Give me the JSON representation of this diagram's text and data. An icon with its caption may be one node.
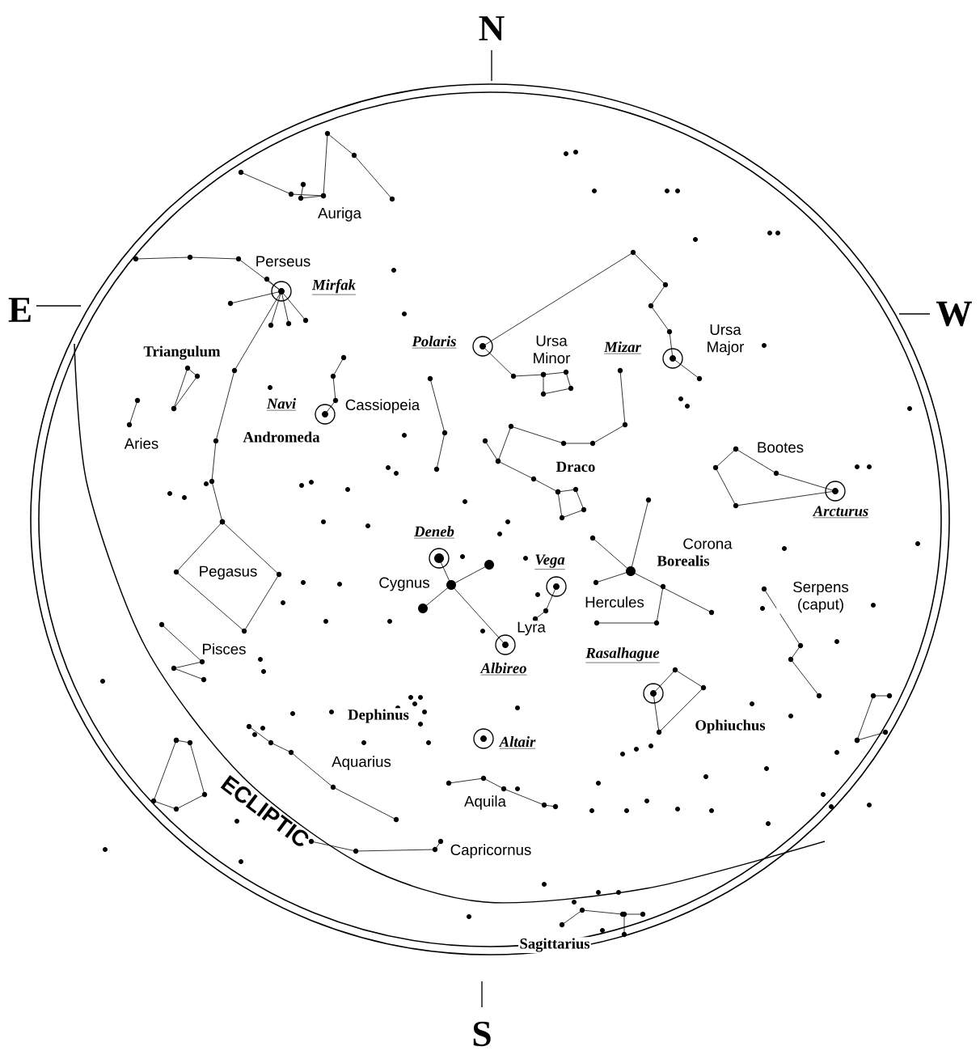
{
  "diagram": {
    "labels": [
      "N",
      "Auriga",
      "Perseus",
      "Mirfak",
      "E",
      "W",
      "Polaris",
      "Ursa Minor",
      "Mizar",
      "Ursa Major",
      "Triangulum",
      "Navi",
      "Cassiopeia",
      "Aries",
      "Andromeda",
      "Bootes",
      "Draco",
      "Arcturus",
      "Deneb",
      "Corona",
      "Vega",
      "Borealis",
      "Pegasus",
      "Cygnus",
      "Serpens (caput)",
      "Hercules",
      "Lyra",
      "Pisces",
      "Albireo",
      "Rasalhague",
      "Dephinus",
      "Altair",
      "Ophiuchus",
      "Aquarius",
      "Aquila",
      "ECLIPTIC",
      "Capricornus",
      "Sagittarius",
      "S"
    ]
  }
}
